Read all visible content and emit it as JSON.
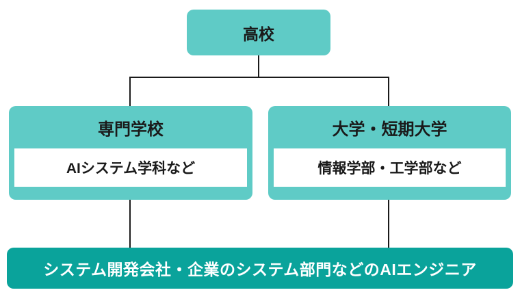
{
  "diagram": {
    "nodes": {
      "highschool": {
        "label": "高校"
      },
      "vocational": {
        "title": "専門学校",
        "subtitle": "AIシステム学科など"
      },
      "university": {
        "title": "大学・短期大学",
        "subtitle": "情報学部・工学部など"
      },
      "career": {
        "label": "システム開発会社・企業のシステム部門などのAIエンジニア"
      }
    }
  },
  "colors": {
    "light_teal": "#5fcbc6",
    "dark_teal": "#0aa39b",
    "line": "#1a1a1a",
    "inner_bg": "#ffffff",
    "text_dark": "#1a1a1a",
    "text_light": "#ffffff",
    "page_bg": "#ffffff"
  }
}
